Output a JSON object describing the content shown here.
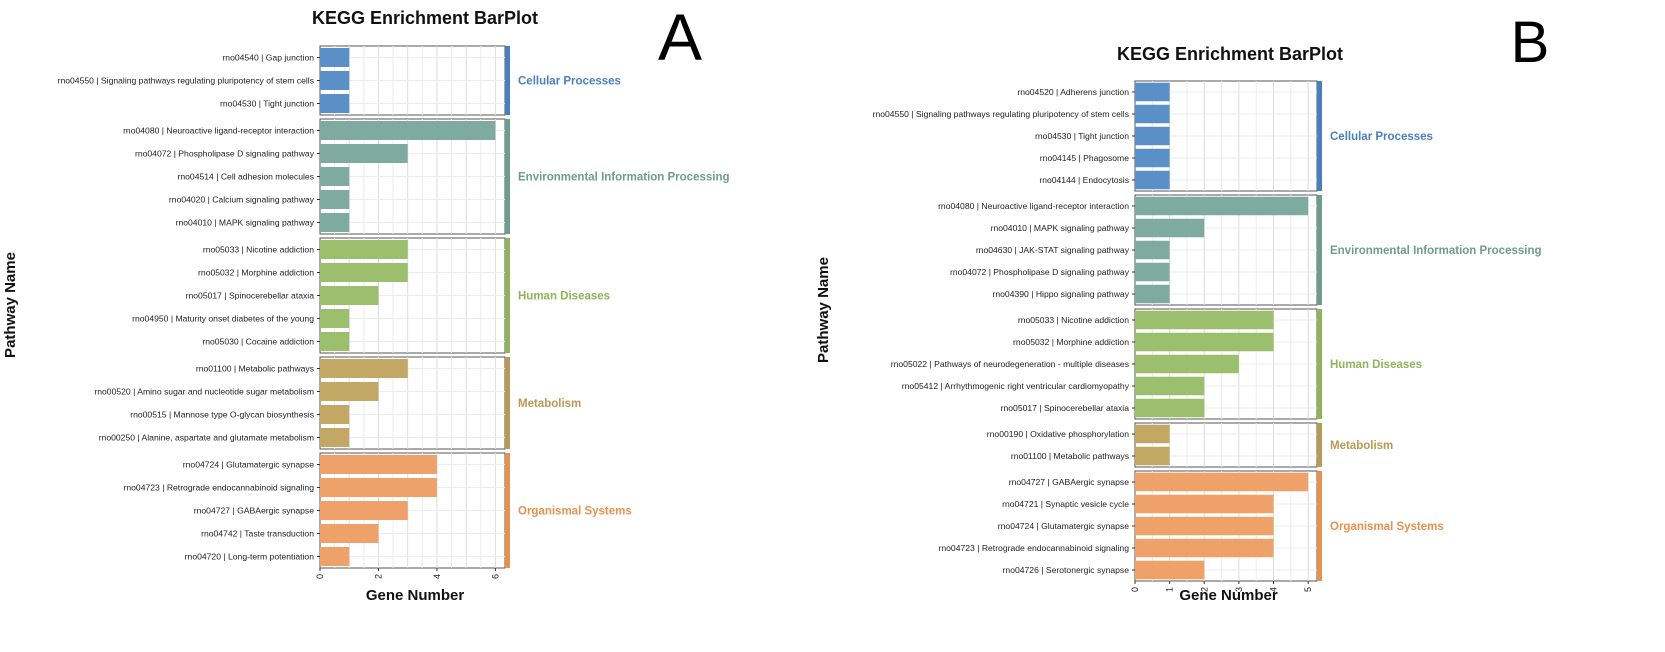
{
  "colors": {
    "cellular": "#5b8fc7",
    "environmental": "#7fab9f",
    "human": "#9bbf6c",
    "metabolism": "#c3a764",
    "organismal": "#eea169",
    "cellular_strip": "#4a7fbf",
    "environmental_strip": "#6e9c8f",
    "human_strip": "#8db45a",
    "metabolism_strip": "#b89a55",
    "organismal_strip": "#e8914f"
  },
  "chart_data": [
    {
      "type": "bar",
      "orientation": "horizontal",
      "panel_label": "A",
      "title": "KEGG Enrichment BarPlot",
      "xlabel": "Gene Number",
      "ylabel": "Pathway Name",
      "xlim": [
        0,
        6.5
      ],
      "xticks": [
        "0",
        "2",
        "4",
        "6"
      ],
      "grid": true,
      "groups": [
        {
          "name": "Cellular Processes",
          "color_key": "cellular",
          "categories": [
            "rno04540 | Gap junction",
            "rno04550 | Signaling pathways regulating pluripotency of stem cells",
            "rno04530 | Tight junction"
          ],
          "values": [
            1,
            1,
            1
          ]
        },
        {
          "name": "Environmental Information Processing",
          "color_key": "environmental",
          "categories": [
            "rno04080 | Neuroactive ligand-receptor interaction",
            "rno04072 | Phospholipase D signaling pathway",
            "rno04514 | Cell adhesion molecules",
            "rno04020 | Calcium signaling pathway",
            "rno04010 | MAPK signaling pathway"
          ],
          "values": [
            6,
            3,
            1,
            1,
            1
          ]
        },
        {
          "name": "Human Diseases",
          "color_key": "human",
          "categories": [
            "rno05033 | Nicotine addiction",
            "rno05032 | Morphine addiction",
            "rno05017 | Spinocerebellar ataxia",
            "rno04950 | Maturity onset diabetes of the young",
            "rno05030 | Cocaine addiction"
          ],
          "values": [
            3,
            3,
            2,
            1,
            1
          ]
        },
        {
          "name": "Metabolism",
          "color_key": "metabolism",
          "categories": [
            "rno01100 | Metabolic pathways",
            "rno00520 | Amino sugar and nucleotide sugar metabolism",
            "rno00515 | Mannose type O-glycan biosynthesis",
            "rno00250 | Alanine, aspartate and glutamate metabolism"
          ],
          "values": [
            3,
            2,
            1,
            1
          ]
        },
        {
          "name": "Organismal Systems",
          "color_key": "organismal",
          "categories": [
            "rno04724 | Glutamatergic synapse",
            "rno04723 | Retrograde endocannabinoid signaling",
            "rno04727 | GABAergic synapse",
            "rno04742 | Taste transduction",
            "rno04720 | Long-term potentiation"
          ],
          "values": [
            4,
            4,
            3,
            2,
            1
          ]
        }
      ]
    },
    {
      "type": "bar",
      "orientation": "horizontal",
      "panel_label": "B",
      "title": "KEGG Enrichment BarPlot",
      "xlabel": "Gene Number",
      "ylabel": "Pathway Name",
      "xlim": [
        0,
        5.4
      ],
      "xticks": [
        "0",
        "1",
        "2",
        "3",
        "4",
        "5"
      ],
      "grid": true,
      "groups": [
        {
          "name": "Cellular Processes",
          "color_key": "cellular",
          "categories": [
            "rno04520 | Adherens junction",
            "rno04550 | Signaling pathways regulating pluripotency of stem cells",
            "rno04530 | Tight junction",
            "rno04145 | Phagosome",
            "rno04144 | Endocytosis"
          ],
          "values": [
            1,
            1,
            1,
            1,
            1
          ]
        },
        {
          "name": "Environmental Information Processing",
          "color_key": "environmental",
          "categories": [
            "rno04080 | Neuroactive ligand-receptor interaction",
            "rno04010 | MAPK signaling pathway",
            "rno04630 | JAK-STAT signaling pathway",
            "rno04072 | Phospholipase D signaling pathway",
            "rno04390 | Hippo signaling pathway"
          ],
          "values": [
            5,
            2,
            1,
            1,
            1
          ]
        },
        {
          "name": "Human Diseases",
          "color_key": "human",
          "categories": [
            "rno05033 | Nicotine addiction",
            "rno05032 | Morphine addiction",
            "rno05022 | Pathways of neurodegeneration - multiple diseases",
            "rno05412 | Arrhythmogenic right ventricular cardiomyopathy",
            "rno05017 | Spinocerebellar ataxia"
          ],
          "values": [
            4,
            4,
            3,
            2,
            2
          ]
        },
        {
          "name": "Metabolism",
          "color_key": "metabolism",
          "categories": [
            "rno00190 | Oxidative phosphorylation",
            "rno01100 | Metabolic pathways"
          ],
          "values": [
            1,
            1
          ]
        },
        {
          "name": "Organismal Systems",
          "color_key": "organismal",
          "categories": [
            "rno04727 | GABAergic synapse",
            "rno04721 | Synaptic vesicle cycle",
            "rno04724 | Glutamatergic synapse",
            "rno04723 | Retrograde endocannabinoid signaling",
            "rno04726 | Serotonergic synapse"
          ],
          "values": [
            5,
            4,
            4,
            4,
            2
          ]
        }
      ]
    }
  ]
}
